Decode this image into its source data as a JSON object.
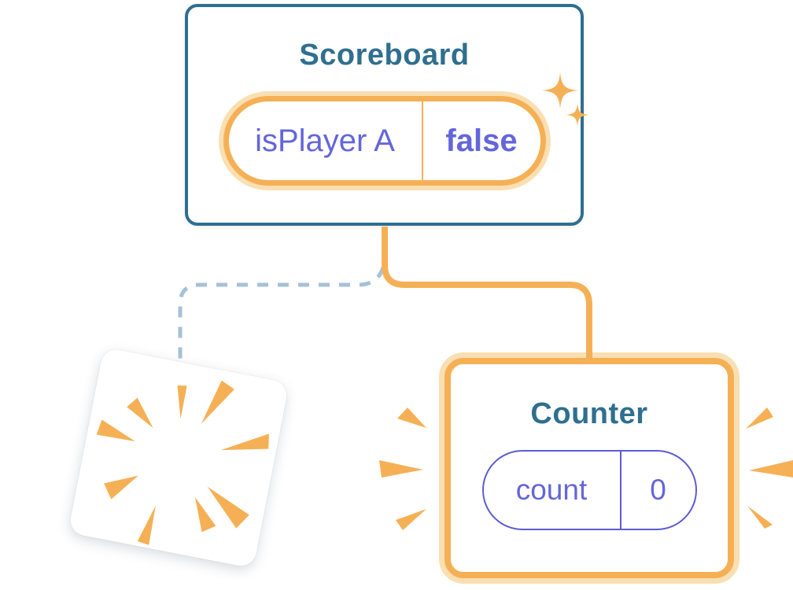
{
  "diagram": {
    "description": "React component tree state diagram",
    "colors": {
      "card_border_blue": "#2E6E91",
      "title_text": "#2F6F8F",
      "orange": "#F5B056",
      "orange_glow": "#FADFB2",
      "purple": "#6466DB",
      "pill_border_purple": "#5B5BD7",
      "dashed_blue": "#A6C1D9",
      "page_bg": "#FFFFFF"
    },
    "scoreboard": {
      "title": "Scoreboard",
      "state": {
        "name": "isPlayer A",
        "value": "false"
      }
    },
    "counter": {
      "title": "Counter",
      "state": {
        "name": "count",
        "value": "0"
      }
    },
    "icons": {
      "sparkles": "two four-pointed orange stars (new state created)",
      "explosion_burst": "orange radial burst on tilted white card (component destroyed)",
      "emphasis_burst": "orange wedge marks flanking Counter card"
    }
  }
}
